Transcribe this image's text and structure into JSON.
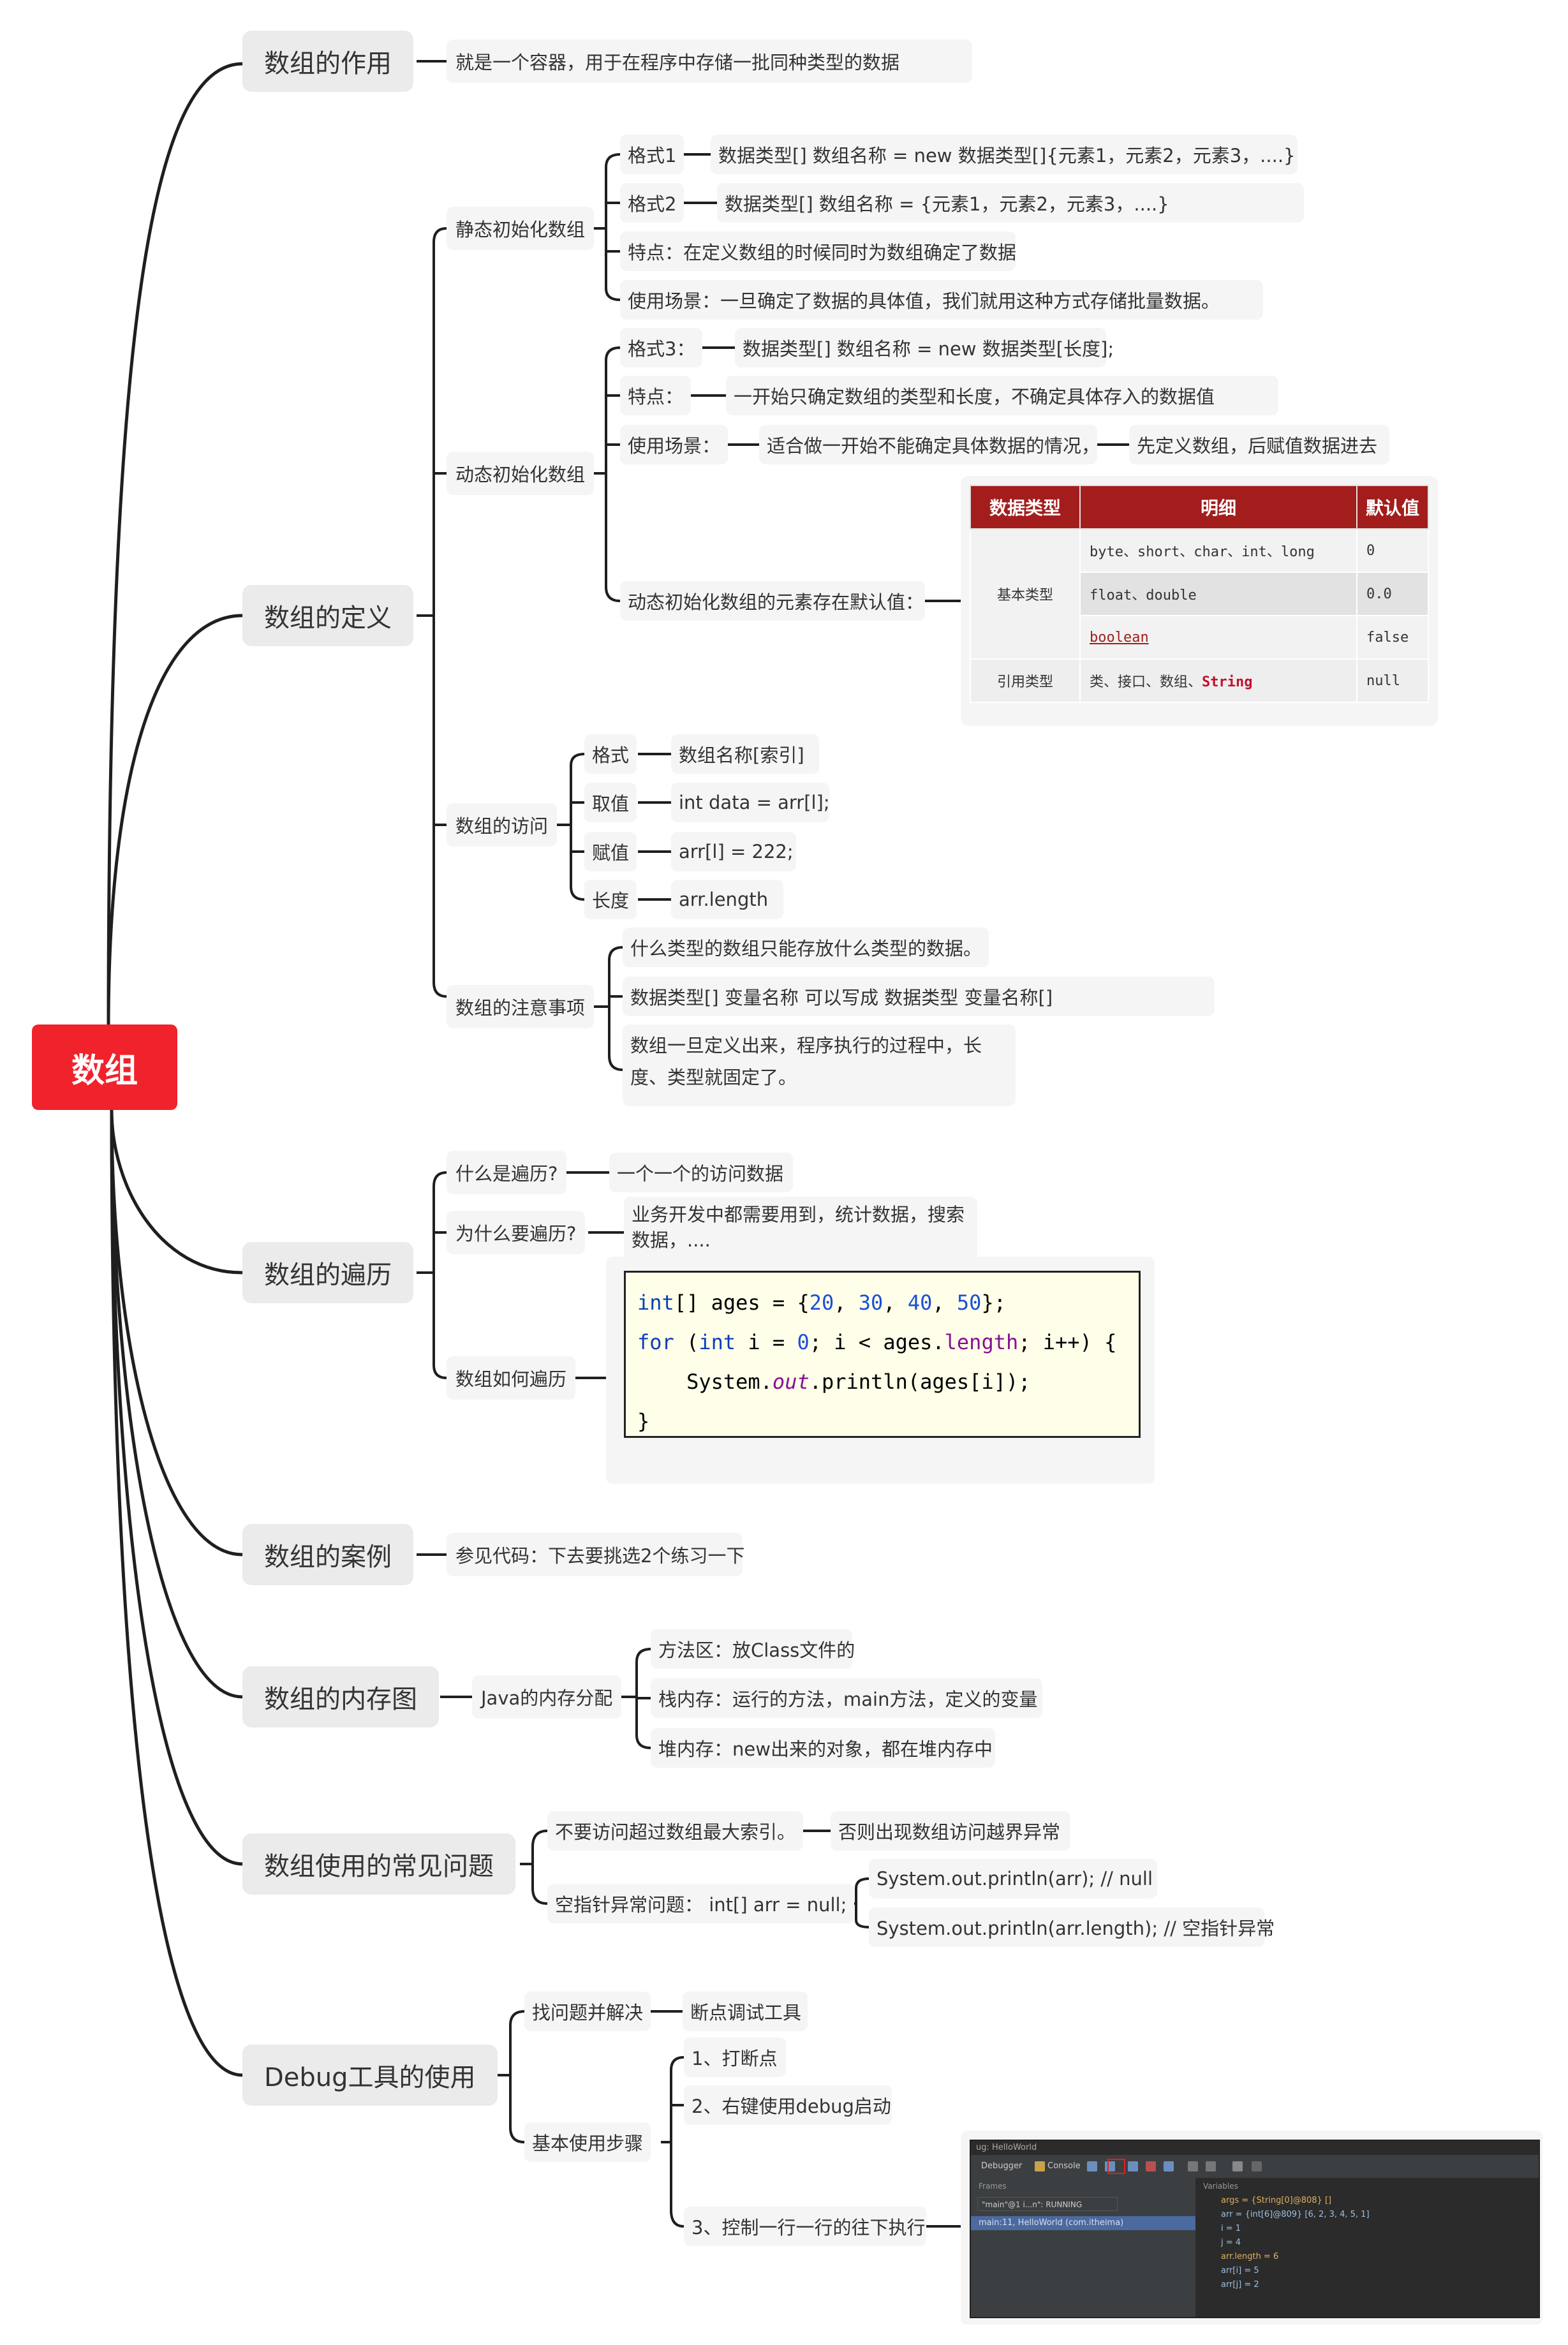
{
  "root": "数组",
  "b1": {
    "title": "数组的作用",
    "desc": "就是一个容器，用于在程序中存储一批同种类型的数据"
  },
  "b2": {
    "title": "数组的定义",
    "static": {
      "label": "静态初始化数组",
      "f1_key": "格式1",
      "f1_val": "数据类型[] 数组名称 = new 数据类型[]{元素1，元素2，元素3，....}",
      "f2_key": "格式2",
      "f2_val": "数据类型[] 数组名称 = {元素1，元素2，元素3，....}",
      "feature": "特点：在定义数组的时候同时为数组确定了数据",
      "scene": "使用场景：一旦确定了数据的具体值，我们就用这种方式存储批量数据。"
    },
    "dynamic": {
      "label": "动态初始化数组",
      "f3_key": "格式3：",
      "f3_val": "数据类型[]  数组名称 = new 数据类型[长度];",
      "feat_key": "特点：",
      "feat_val": "一开始只确定数组的类型和长度，不确定具体存入的数据值",
      "scene_key": "使用场景：",
      "scene_val1": "适合做一开始不能确定具体数据的情况，",
      "scene_val2": "先定义数组，后赋值数据进去",
      "default_label": "动态初始化数组的元素存在默认值：",
      "table": {
        "headers": [
          "数据类型",
          "明细",
          "默认值"
        ],
        "basic": "基本类型",
        "ref": "引用类型",
        "r1_detail": "byte、short、char、int、long",
        "r1_default": "0",
        "r2_detail": "float、double",
        "r2_default": "0.0",
        "r3_detail": "boolean",
        "r3_default": "false",
        "r4_detail_prefix": "类、接口、数组、",
        "r4_detail_kw": "String",
        "r4_default": "null"
      }
    },
    "access": {
      "label": "数组的访问",
      "a1_key": "格式",
      "a1_val": "数组名称[索引]",
      "a2_key": "取值",
      "a2_val": "int data = arr[l];",
      "a3_key": "赋值",
      "a3_val": "arr[l] = 222;",
      "a4_key": "长度",
      "a4_val": "arr.length"
    },
    "notes": {
      "label": "数组的注意事项",
      "n1": "什么类型的数组只能存放什么类型的数据。",
      "n2": "数据类型[]  变量名称   可以写成   数据类型 变量名称[]",
      "n3": "数组一旦定义出来，程序执行的过程中，长度、类型就固定了。"
    }
  },
  "b3": {
    "title": "数组的遍历",
    "q1": "什么是遍历?",
    "a1": "一个一个的访问数据",
    "q2": "为什么要遍历?",
    "a2": "业务开发中都需要用到，统计数据，搜索数据，....",
    "q3": "数组如何遍历",
    "code": {
      "l1_kw": "int",
      "l1_a": "[] ages = {",
      "n1": "20",
      "c": ", ",
      "n2": "30",
      "n3": "40",
      "n4": "50",
      "l1_end": "};",
      "l2_kw": "for",
      "l2_a": " (",
      "l2_kw2": "int",
      "l2_b": " i = ",
      "l2_n": "0",
      "l2_c": "; i < ages.",
      "l2_f": "length",
      "l2_d": "; i++) {",
      "l3_a": "System.",
      "l3_o": "out",
      "l3_b": ".println(ages[i]);",
      "l4": "}"
    }
  },
  "b4": {
    "title": "数组的案例",
    "desc": "参见代码：下去要挑选2个练习一下"
  },
  "b5": {
    "title": "数组的内存图",
    "sub": "Java的内存分配",
    "m1": "方法区：放Class文件的",
    "m2": "栈内存：运行的方法，main方法，定义的变量",
    "m3": "堆内存：new出来的对象，都在堆内存中"
  },
  "b6": {
    "title": "数组使用的常见问题",
    "p1": "不要访问超过数组最大索引。",
    "p1_r": "否则出现数组访问越界异常",
    "p2": "空指针异常问题：  int[] arr = null;",
    "p2_r1": "System.out.println(arr); //   null",
    "p2_r2": "System.out.println(arr.length); //   空指针异常"
  },
  "b7": {
    "title": "Debug工具的使用",
    "s1": "找问题并解决",
    "s1_r": "断点调试工具",
    "s2": "基本使用步骤",
    "st1": "1、打断点",
    "st2": "2、右键使用debug启动",
    "st3": "3、控制一行一行的往下执行",
    "dbg": {
      "title": "ug:     HelloWorld",
      "tab1": "Debugger",
      "tab2": "Console",
      "frames": "Frames",
      "variables": "Variables",
      "thread": "\"main\"@1 i...n\": RUNNING",
      "frame": "main:11, HelloWorld (com.itheima)",
      "v1": "args = {String[0]@808} []",
      "v2": "arr = {int[6]@809} [6, 2, 3, 4, 5, 1]",
      "v3": "i = 1",
      "v4": "j = 4",
      "v5": "arr.length = 6",
      "v6": "arr[i] = 5",
      "v7": "arr[j] = 2"
    }
  }
}
